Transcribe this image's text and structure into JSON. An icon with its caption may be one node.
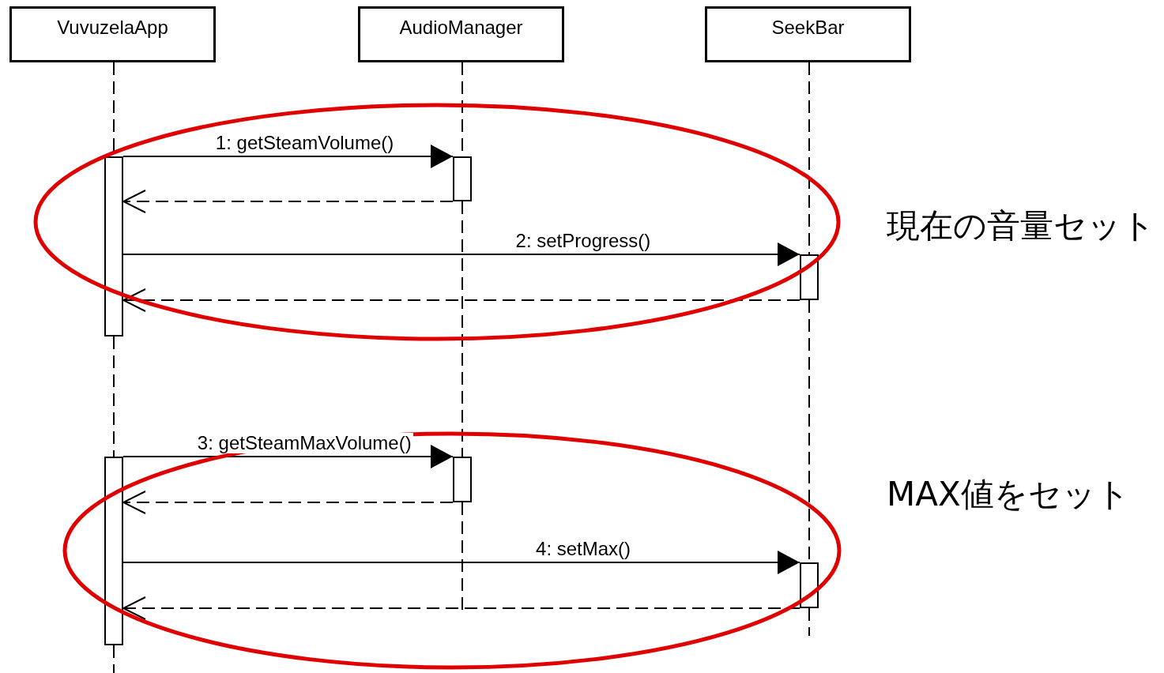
{
  "diagram": {
    "nodes": [
      {
        "text": [
          "VuvuzelaApp"
        ]
      },
      {
        "text": [
          "AudioManager"
        ]
      },
      {
        "text": [
          "SeekBar"
        ]
      },
      {
        "text": [],
        "shape": "bar"
      },
      {
        "text": [],
        "shape": "bar"
      },
      {
        "text": [],
        "shape": "bar"
      },
      {
        "text": [],
        "shape": "bar"
      },
      {
        "text": [],
        "shape": "bar"
      },
      {
        "text": [],
        "shape": "bar"
      }
    ],
    "edges": [
      {
        "from": 3,
        "to": 4,
        "arrow": "to",
        "label": "1: getSteamVolume()"
      },
      {
        "from": 4,
        "to": 3,
        "arrow": "to",
        "style": "dashed"
      },
      {
        "from": 3,
        "to": 5,
        "arrow": "to",
        "label": "2: setProgress()"
      },
      {
        "from": 5,
        "to": 3,
        "arrow": "to",
        "style": "dashed"
      },
      {
        "from": 6,
        "to": 7,
        "arrow": "to",
        "label": "3: getSteamMaxVolume()"
      },
      {
        "from": 7,
        "to": 6,
        "arrow": "to",
        "style": "dashed"
      },
      {
        "from": 6,
        "to": 8,
        "arrow": "to",
        "label": "4: setMax()"
      },
      {
        "from": 8,
        "to": 6,
        "arrow": "to",
        "style": "dashed"
      },
      {
        "from": 0,
        "to": 3,
        "arrow": "none",
        "style": "dashed"
      },
      {
        "from": 3,
        "to": 6,
        "arrow": "none",
        "style": "dashed"
      },
      {
        "from": 6,
        "to": null,
        "arrow": "none",
        "style": "dashed"
      },
      {
        "from": 1,
        "to": 4,
        "arrow": "none",
        "style": "dashed"
      },
      {
        "from": 4,
        "to": 7,
        "arrow": "none",
        "style": "dashed"
      },
      {
        "from": 7,
        "to": null,
        "arrow": "none",
        "style": "dashed"
      },
      {
        "from": 2,
        "to": 5,
        "arrow": "none",
        "style": "dashed"
      },
      {
        "from": 5,
        "to": 8,
        "arrow": "none",
        "style": "dashed"
      },
      {
        "from": 8,
        "to": null,
        "arrow": "none",
        "style": "dashed"
      }
    ],
    "labels": [
      "現在の音量セット",
      "MAX値をセット"
    ]
  }
}
